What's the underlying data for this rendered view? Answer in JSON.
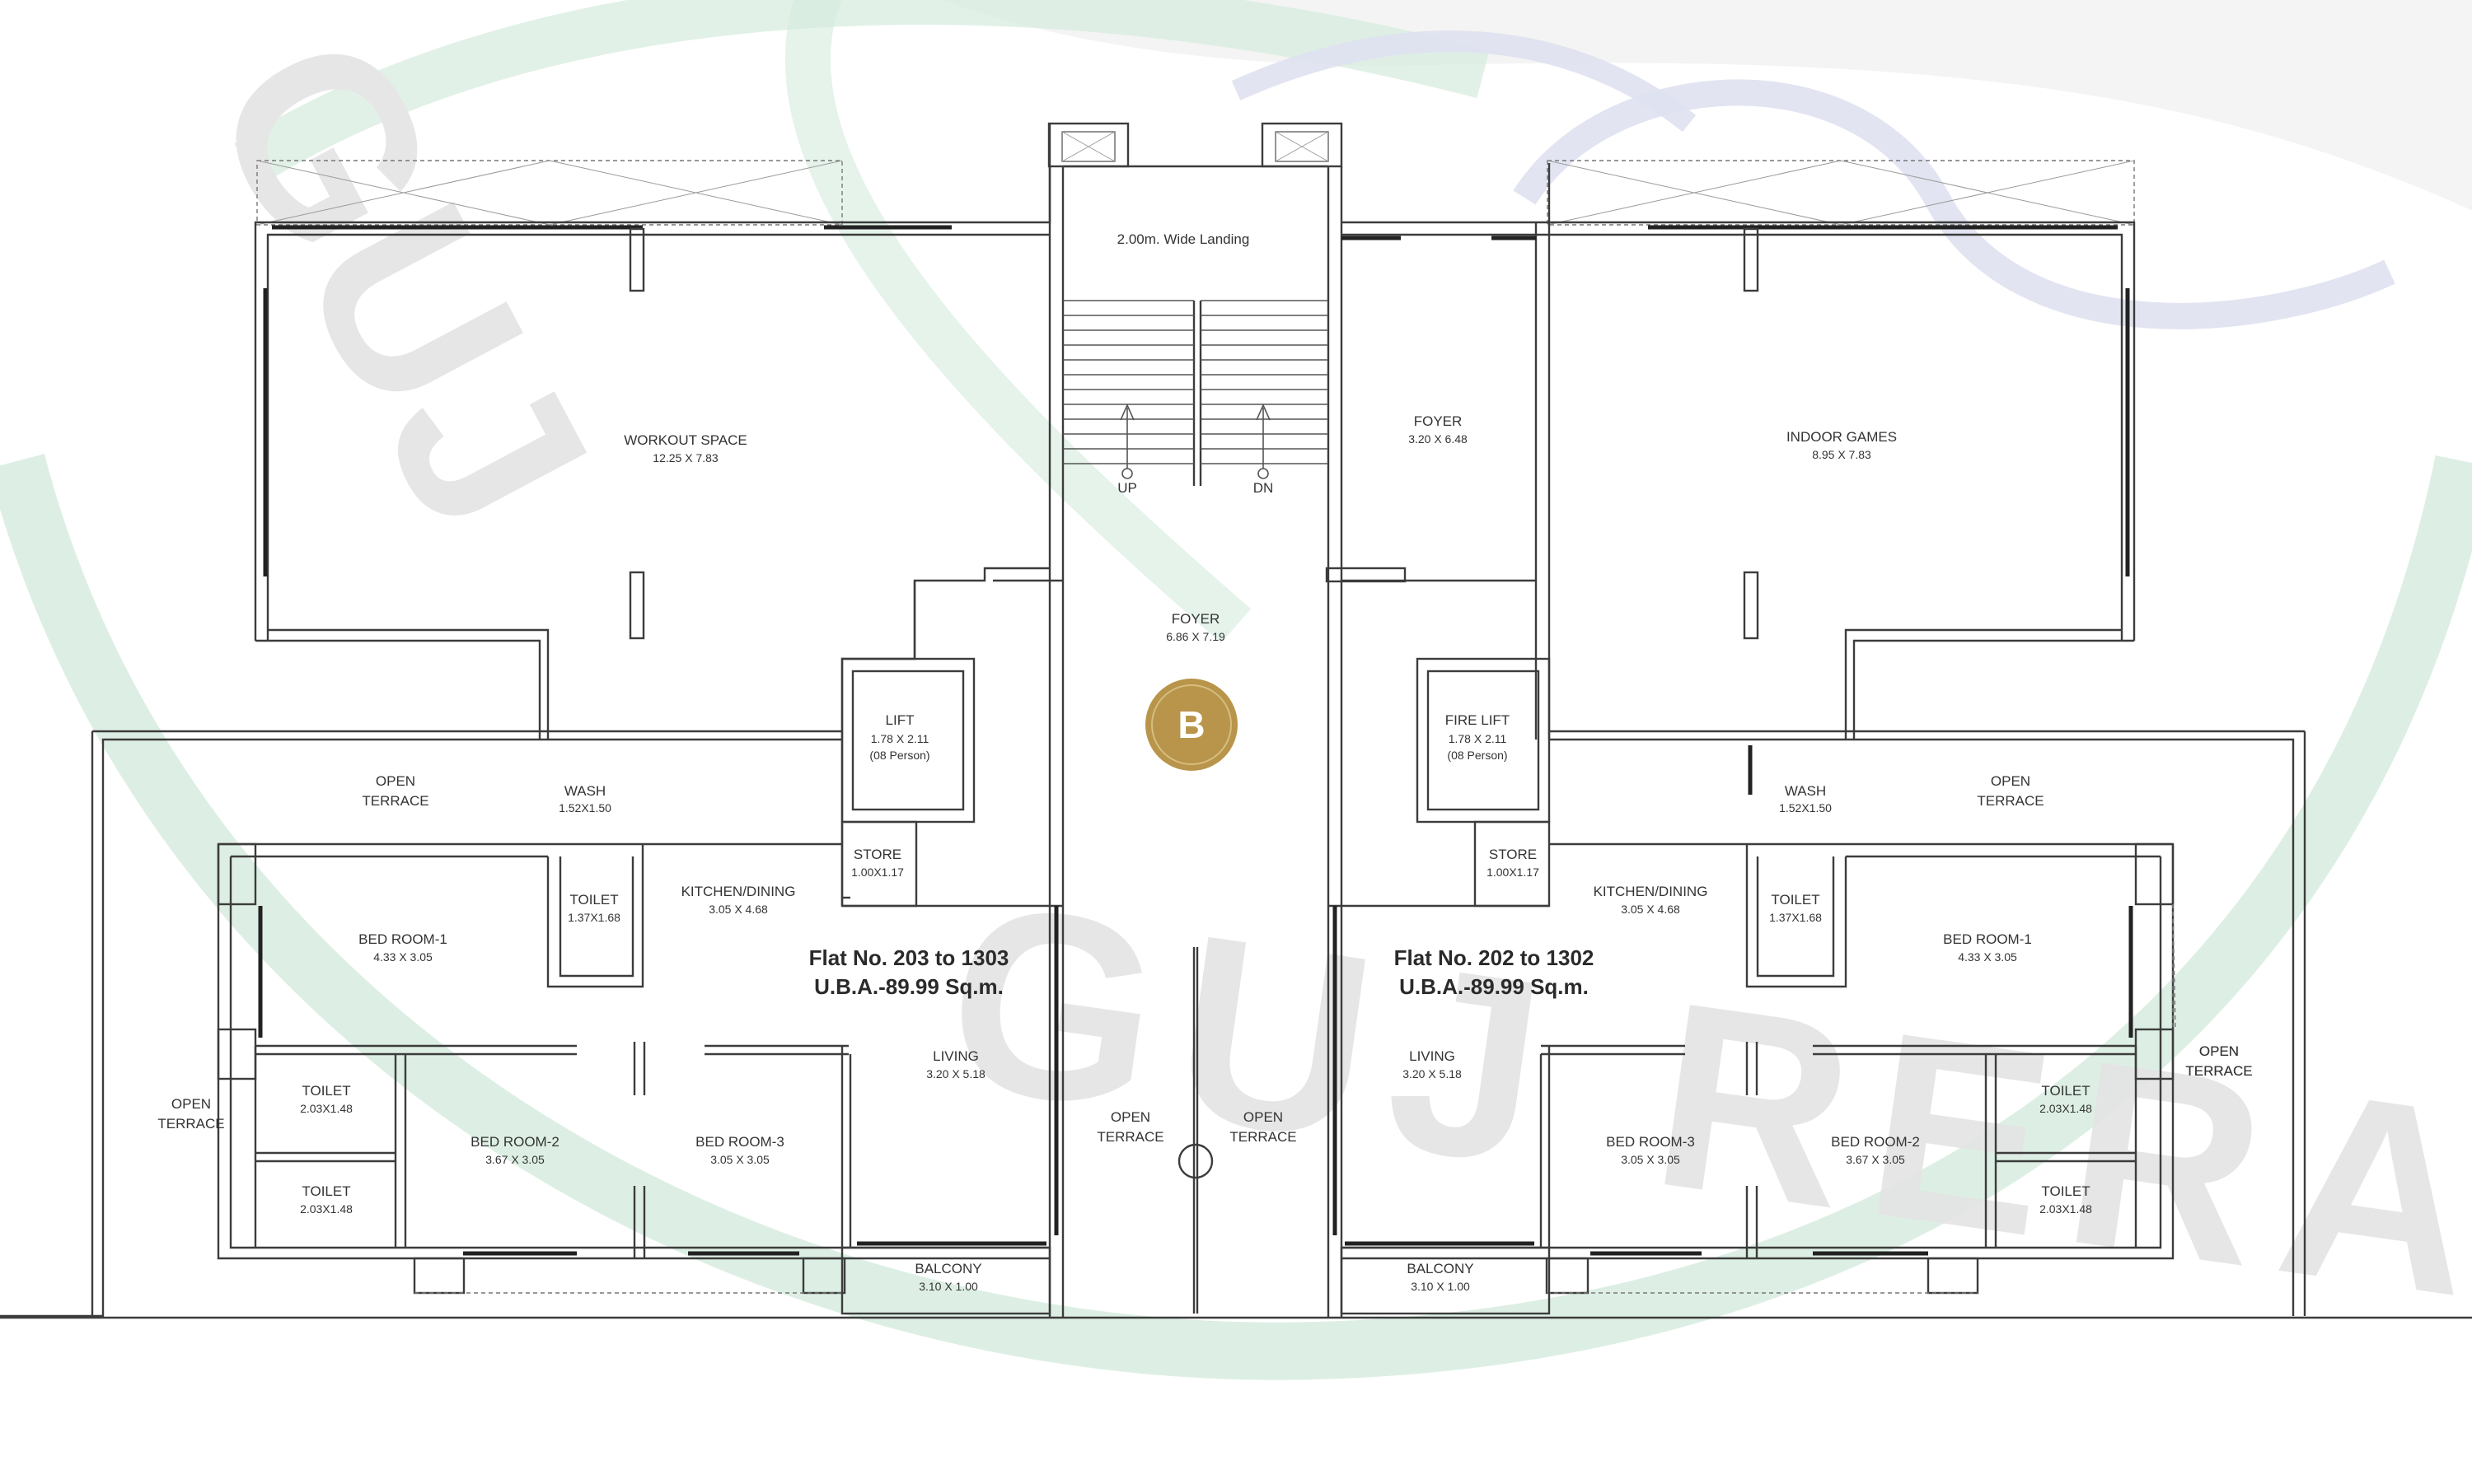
{
  "watermark": {
    "left_text": "GUJ",
    "right_text": "GUJ RERA",
    "colors": {
      "green": "#cfe7d8",
      "blue": "#dfe1ef",
      "grey": "#e8e8e8"
    }
  },
  "logo": {
    "letter": "B",
    "color": "#b8954a"
  },
  "colors": {
    "wall": "#3c3c3c",
    "text": "#333333"
  },
  "rooms": [
    {
      "id": "workout-space",
      "name": "WORKOUT SPACE",
      "dim": "12.25 X 7.83"
    },
    {
      "id": "landing",
      "name": "2.00m. Wide Landing",
      "dim": ""
    },
    {
      "id": "stair-up",
      "name": "UP",
      "dim": ""
    },
    {
      "id": "stair-dn",
      "name": "DN",
      "dim": ""
    },
    {
      "id": "foyer-top",
      "name": "FOYER",
      "dim": "3.20 X 6.48"
    },
    {
      "id": "indoor-games",
      "name": "INDOOR GAMES",
      "dim": "8.95 X 7.83"
    },
    {
      "id": "foyer-main",
      "name": "FOYER",
      "dim": "6.86 X 7.19"
    },
    {
      "id": "lift",
      "name": "LIFT",
      "dim": "1.78 X 2.11",
      "extra": "(08 Person)"
    },
    {
      "id": "fire-lift",
      "name": "FIRE LIFT",
      "dim": "1.78 X 2.11",
      "extra": "(08 Person)"
    },
    {
      "id": "open-terrace-l1",
      "name": "OPEN",
      "dim": "TERRACE"
    },
    {
      "id": "wash-l",
      "name": "WASH",
      "dim": "1.52X1.50"
    },
    {
      "id": "kitchen-l",
      "name": "KITCHEN/DINING",
      "dim": "3.05 X 4.68"
    },
    {
      "id": "store-l",
      "name": "STORE",
      "dim": "1.00X1.17"
    },
    {
      "id": "store-r",
      "name": "STORE",
      "dim": "1.00X1.17"
    },
    {
      "id": "kitchen-r",
      "name": "KITCHEN/DINING",
      "dim": "3.05 X 4.68"
    },
    {
      "id": "wash-r",
      "name": "WASH",
      "dim": "1.52X1.50"
    },
    {
      "id": "open-terrace-r1",
      "name": "OPEN",
      "dim": "TERRACE"
    },
    {
      "id": "toilet-l1",
      "name": "TOILET",
      "dim": "1.37X1.68"
    },
    {
      "id": "bed1-l",
      "name": "BED ROOM-1",
      "dim": "4.33 X 3.05"
    },
    {
      "id": "toilet-r1",
      "name": "TOILET",
      "dim": "1.37X1.68"
    },
    {
      "id": "bed1-r",
      "name": "BED ROOM-1",
      "dim": "4.33 X 3.05"
    },
    {
      "id": "living-l",
      "name": "LIVING",
      "dim": "3.20 X 5.18"
    },
    {
      "id": "living-r",
      "name": "LIVING",
      "dim": "3.20 X 5.18"
    },
    {
      "id": "open-terrace-l2",
      "name": "OPEN",
      "dim": "TERRACE"
    },
    {
      "id": "open-terrace-r2",
      "name": "OPEN",
      "dim": "TERRACE"
    },
    {
      "id": "toilet-l2",
      "name": "TOILET",
      "dim": "2.03X1.48"
    },
    {
      "id": "toilet-l3",
      "name": "TOILET",
      "dim": "2.03X1.48"
    },
    {
      "id": "bed2-l",
      "name": "BED ROOM-2",
      "dim": "3.67 X 3.05"
    },
    {
      "id": "bed3-l",
      "name": "BED ROOM-3",
      "dim": "3.05 X 3.05"
    },
    {
      "id": "open-terrace-c1",
      "name": "OPEN",
      "dim": "TERRACE"
    },
    {
      "id": "open-terrace-c2",
      "name": "OPEN",
      "dim": "TERRACE"
    },
    {
      "id": "bed3-r",
      "name": "BED ROOM-3",
      "dim": "3.05 X 3.05"
    },
    {
      "id": "bed2-r",
      "name": "BED ROOM-2",
      "dim": "3.67 X 3.05"
    },
    {
      "id": "toilet-r2",
      "name": "TOILET",
      "dim": "2.03X1.48"
    },
    {
      "id": "toilet-r3",
      "name": "TOILET",
      "dim": "2.03X1.48"
    },
    {
      "id": "open-terrace-r3",
      "name": "OPEN",
      "dim": "TERRACE"
    },
    {
      "id": "balcony-l",
      "name": "BALCONY",
      "dim": "3.10 X 1.00"
    },
    {
      "id": "balcony-r",
      "name": "BALCONY",
      "dim": "3.10 X 1.00"
    }
  ],
  "flats": [
    {
      "id": "flat-left",
      "line1": "Flat No. 203 to 1303",
      "line2": "U.B.A.-89.99 Sq.m."
    },
    {
      "id": "flat-right",
      "line1": "Flat No. 202 to 1302",
      "line2": "U.B.A.-89.99 Sq.m."
    }
  ]
}
